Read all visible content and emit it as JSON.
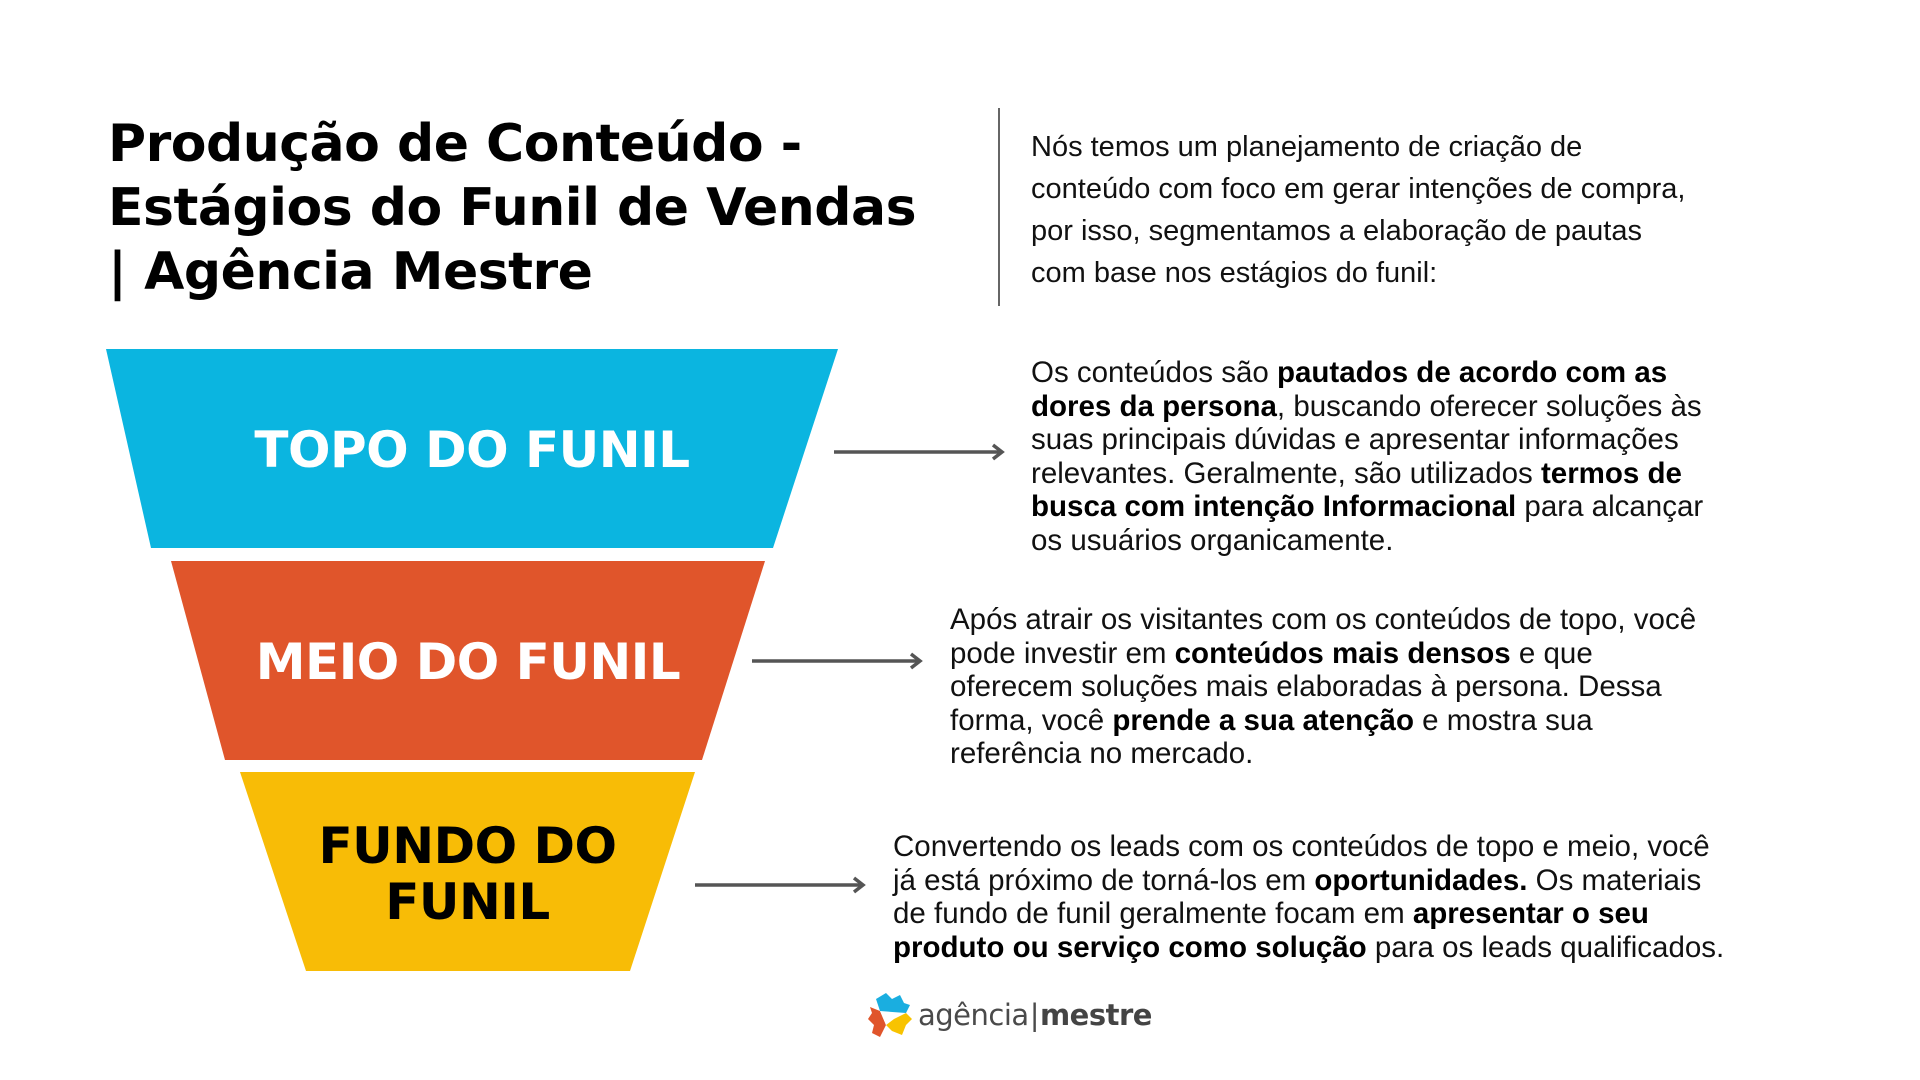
{
  "header": {
    "title_lines": [
      "Produção de Conteúdo -",
      "Estágios do Funil de Vendas",
      "| Agência Mestre"
    ],
    "intro_lines": [
      "Nós temos um planejamento de criação de",
      "conteúdo com foco em gerar intenções de compra,",
      "por isso, segmentamos a elaboração de pautas",
      "com base nos estágios do funil:"
    ]
  },
  "funnel": {
    "stages": [
      {
        "label_lines": [
          "TOPO DO FUNIL"
        ],
        "color": "#0BB5E0",
        "label_color": "#FFFFFF",
        "description_lines": [
          [
            {
              "t": "Os conteúdos são "
            },
            {
              "t": "pautados de acordo com as",
              "b": true
            }
          ],
          [
            {
              "t": "dores da persona",
              "b": true
            },
            {
              "t": ", buscando oferecer soluções às"
            }
          ],
          [
            {
              "t": "suas principais dúvidas e apresentar informações"
            }
          ],
          [
            {
              "t": "relevantes. Geralmente, são utilizados "
            },
            {
              "t": "termos de",
              "b": true
            }
          ],
          [
            {
              "t": "busca com intenção Informacional",
              "b": true
            },
            {
              "t": " para alcançar"
            }
          ],
          [
            {
              "t": "os usuários organicamente."
            }
          ]
        ]
      },
      {
        "label_lines": [
          "MEIO DO FUNIL"
        ],
        "color": "#E0552B",
        "label_color": "#FFFFFF",
        "description_lines": [
          [
            {
              "t": "Após atrair os visitantes com os conteúdos de topo, você"
            }
          ],
          [
            {
              "t": "pode investir em "
            },
            {
              "t": "conteúdos mais densos",
              "b": true
            },
            {
              "t": " e que"
            }
          ],
          [
            {
              "t": "oferecem soluções mais elaboradas à persona. Dessa"
            }
          ],
          [
            {
              "t": "forma, você "
            },
            {
              "t": "prende a sua atenção",
              "b": true
            },
            {
              "t": " e mostra sua"
            }
          ],
          [
            {
              "t": "referência no mercado."
            }
          ]
        ]
      },
      {
        "label_lines": [
          "FUNDO DO",
          "FUNIL"
        ],
        "color": "#F8BC06",
        "label_color": "#000000",
        "description_lines": [
          [
            {
              "t": "Convertendo os leads com os conteúdos de topo e meio, você"
            }
          ],
          [
            {
              "t": "já está próximo de torná-los  em "
            },
            {
              "t": "oportunidades.",
              "b": true
            },
            {
              "t": " Os materiais"
            }
          ],
          [
            {
              "t": "de fundo de funil geralmente focam em "
            },
            {
              "t": "apresentar o seu",
              "b": true
            }
          ],
          [
            {
              "t": "produto ou serviço como solução",
              "b": true
            },
            {
              "t": " para os leads qualificados."
            }
          ]
        ]
      }
    ],
    "arrow_color": "#555555"
  },
  "footer": {
    "logo": {
      "icon": "agencia-mestre-logo-icon",
      "text_regular": "agência",
      "separator": "|",
      "text_bold": "mestre",
      "colors": {
        "blue": "#1AAEE0",
        "orange": "#E0552B",
        "yellow": "#F8C300"
      }
    }
  }
}
